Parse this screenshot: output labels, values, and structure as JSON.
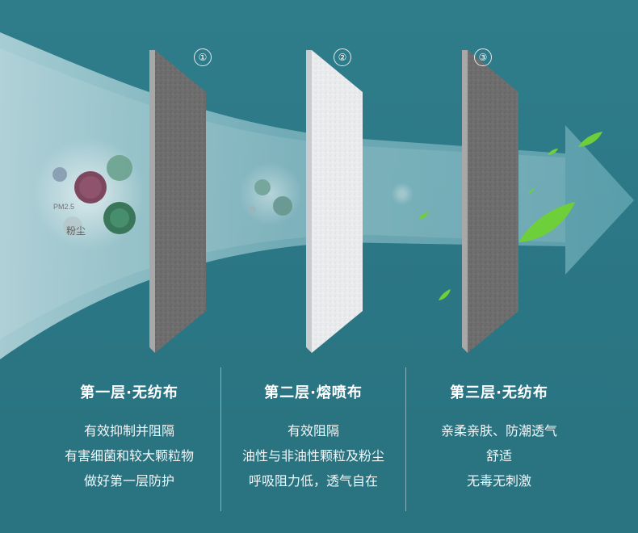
{
  "layers": [
    {
      "number": "①",
      "title": "第一层·无纺布",
      "lines": [
        "有效抑制并阻隔",
        "有害细菌和较大颗粒物",
        "做好第一层防护"
      ],
      "color": "#6f6f6f"
    },
    {
      "number": "②",
      "title": "第二层·熔喷布",
      "lines": [
        "有效阻隔",
        "油性与非油性颗粒及粉尘",
        "呼吸阻力低，透气自在"
      ],
      "color": "#e6e8ea"
    },
    {
      "number": "③",
      "title": "第三层·无纺布",
      "lines": [
        "亲柔亲肤、防潮透气",
        "舒适",
        "无毒无刺激"
      ],
      "color": "#6f6f6f"
    }
  ],
  "particle_labels": {
    "pm": "PM2.5",
    "dust": "粉尘"
  },
  "colors": {
    "background": "#2b7684",
    "airflow": "#a9d4dc",
    "leaf": "#6fcf3a"
  }
}
